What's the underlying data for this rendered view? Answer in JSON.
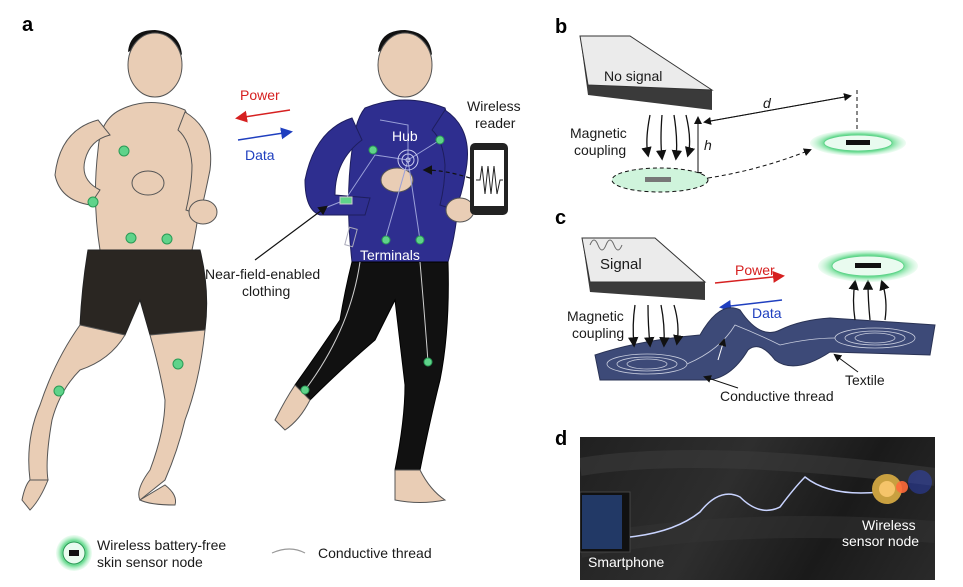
{
  "panels": {
    "a": "a",
    "b": "b",
    "c": "c",
    "d": "d"
  },
  "panel_a": {
    "power": "Power",
    "data": "Data",
    "hub": "Hub",
    "terminals": "Terminals",
    "reader_line1": "Wireless",
    "reader_line2": "reader",
    "clothing_line1": "Near-field-enabled",
    "clothing_line2": "clothing"
  },
  "panel_b": {
    "no_signal": "No signal",
    "magnetic_line1": "Magnetic",
    "magnetic_line2": "coupling",
    "d": "d",
    "h": "h"
  },
  "panel_c": {
    "signal": "Signal",
    "power": "Power",
    "data": "Data",
    "magnetic_line1": "Magnetic",
    "magnetic_line2": "coupling",
    "textile": "Textile",
    "thread": "Conductive thread"
  },
  "panel_d": {
    "smartphone": "Smartphone",
    "node_line1": "Wireless",
    "node_line2": "sensor node"
  },
  "legend": {
    "node_line1": "Wireless battery-free",
    "node_line2": "skin sensor node",
    "thread": "Conductive thread"
  },
  "colors": {
    "skin": "#e9cdb5",
    "shirt": "#2e2e8f",
    "pants": "#111111",
    "node_green": "#5fd38a",
    "power_red": "#d62020",
    "data_blue": "#1f3fbf",
    "textile": "#3d4a78"
  }
}
